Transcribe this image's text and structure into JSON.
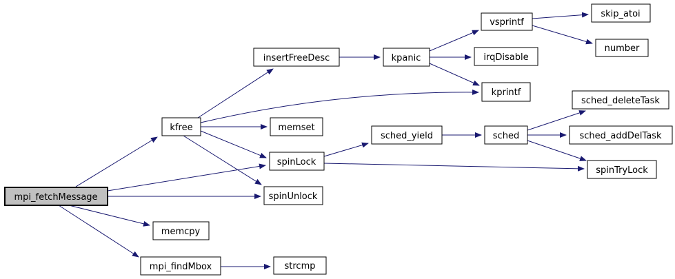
{
  "diagram": {
    "type": "call-graph",
    "focus_node": "mpi_fetchMessage"
  },
  "colors": {
    "edge": "#191970",
    "node_fill": "#ffffff",
    "node_border": "#000000",
    "focus_node_fill": "#c0c0c0",
    "text": "#000000",
    "background": "#ffffff"
  },
  "nodes": [
    {
      "id": "mpi_fetchMessage",
      "label": "mpi_fetchMessage",
      "focus": true
    },
    {
      "id": "kfree",
      "label": "kfree"
    },
    {
      "id": "insertFreeDesc",
      "label": "insertFreeDesc"
    },
    {
      "id": "kpanic",
      "label": "kpanic"
    },
    {
      "id": "vsprintf",
      "label": "vsprintf"
    },
    {
      "id": "skip_atoi",
      "label": "skip_atoi"
    },
    {
      "id": "number",
      "label": "number"
    },
    {
      "id": "irqDisable",
      "label": "irqDisable"
    },
    {
      "id": "kprintf",
      "label": "kprintf"
    },
    {
      "id": "memset",
      "label": "memset"
    },
    {
      "id": "sched_yield",
      "label": "sched_yield"
    },
    {
      "id": "sched",
      "label": "sched"
    },
    {
      "id": "sched_deleteTask",
      "label": "sched_deleteTask"
    },
    {
      "id": "sched_addDelTask",
      "label": "sched_addDelTask"
    },
    {
      "id": "spinTryLock",
      "label": "spinTryLock"
    },
    {
      "id": "spinLock",
      "label": "spinLock"
    },
    {
      "id": "spinUnlock",
      "label": "spinUnlock"
    },
    {
      "id": "memcpy",
      "label": "memcpy"
    },
    {
      "id": "mpi_findMbox",
      "label": "mpi_findMbox"
    },
    {
      "id": "strcmp",
      "label": "strcmp"
    }
  ],
  "edges": [
    {
      "from": "mpi_fetchMessage",
      "to": "kfree"
    },
    {
      "from": "mpi_fetchMessage",
      "to": "spinLock"
    },
    {
      "from": "mpi_fetchMessage",
      "to": "spinUnlock"
    },
    {
      "from": "mpi_fetchMessage",
      "to": "memcpy"
    },
    {
      "from": "mpi_fetchMessage",
      "to": "mpi_findMbox"
    },
    {
      "from": "kfree",
      "to": "insertFreeDesc"
    },
    {
      "from": "kfree",
      "to": "kprintf"
    },
    {
      "from": "kfree",
      "to": "memset"
    },
    {
      "from": "kfree",
      "to": "spinLock"
    },
    {
      "from": "kfree",
      "to": "spinUnlock"
    },
    {
      "from": "insertFreeDesc",
      "to": "kpanic"
    },
    {
      "from": "kpanic",
      "to": "vsprintf"
    },
    {
      "from": "kpanic",
      "to": "irqDisable"
    },
    {
      "from": "kpanic",
      "to": "kprintf"
    },
    {
      "from": "vsprintf",
      "to": "skip_atoi"
    },
    {
      "from": "vsprintf",
      "to": "number"
    },
    {
      "from": "sched_yield",
      "to": "sched"
    },
    {
      "from": "sched",
      "to": "sched_deleteTask"
    },
    {
      "from": "sched",
      "to": "sched_addDelTask"
    },
    {
      "from": "sched",
      "to": "spinTryLock"
    },
    {
      "from": "spinLock",
      "to": "sched_yield"
    },
    {
      "from": "spinLock",
      "to": "spinTryLock"
    },
    {
      "from": "mpi_findMbox",
      "to": "strcmp"
    }
  ]
}
